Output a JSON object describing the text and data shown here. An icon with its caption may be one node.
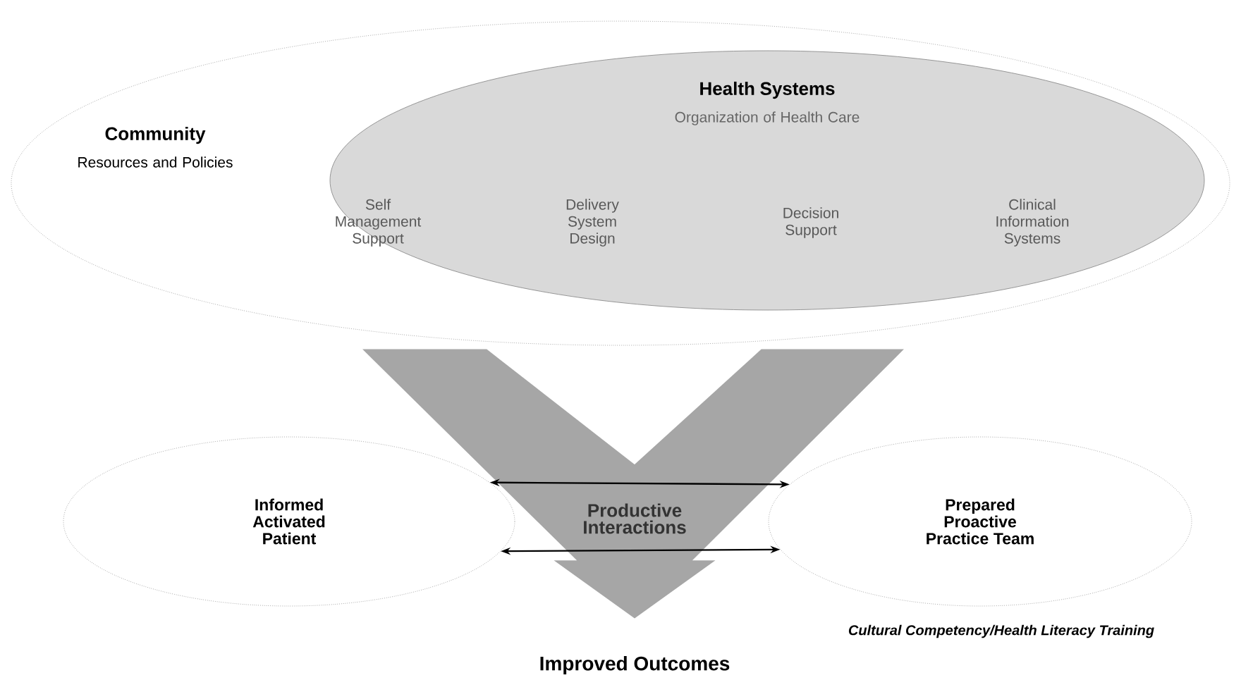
{
  "diagram": {
    "nodes": [
      {
        "text": [
          "Community",
          "Resources and Policies"
        ]
      },
      {
        "text": [
          "Health Systems",
          "Organization of Health Care"
        ],
        "in": 0
      },
      {
        "text": [
          "Informed Activated Patient"
        ]
      },
      {
        "text": [
          "Prepared Proactive Practice Team"
        ]
      },
      {
        "text": [
          "Improved Outcomes"
        ]
      }
    ],
    "edges": [
      {
        "from": 0,
        "to": 4,
        "arrow": "to",
        "style": "thick",
        "color": "#a6a6a6"
      },
      {
        "from": 2,
        "to": 3,
        "arrow": "both"
      },
      {
        "from": 2,
        "to": 3,
        "arrow": "both"
      }
    ],
    "labels": [
      "Self Management Support",
      "Delivery System Design",
      "Decision Support",
      "Clinical Information Systems",
      "Productive Interactions",
      "Cultural Competency/Health Literacy Training"
    ]
  }
}
